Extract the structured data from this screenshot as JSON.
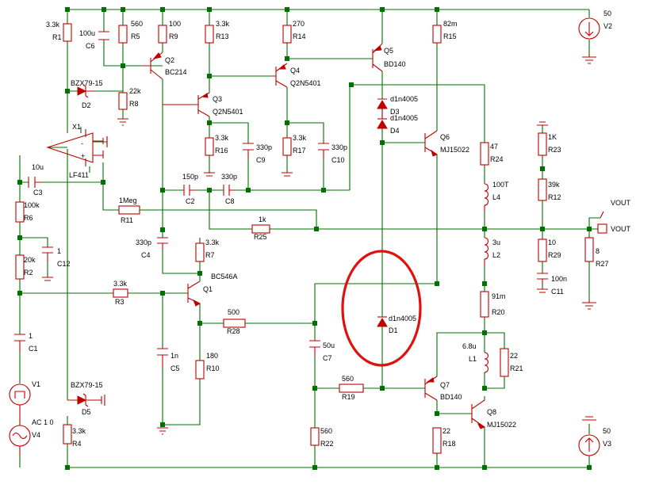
{
  "schematic": {
    "components": [
      {
        "ref": "R1",
        "value": "3.3k"
      },
      {
        "ref": "C6",
        "value": "100u"
      },
      {
        "ref": "R5",
        "value": "560"
      },
      {
        "ref": "R9",
        "value": "100"
      },
      {
        "ref": "R13",
        "value": "3.3k"
      },
      {
        "ref": "R14",
        "value": "270"
      },
      {
        "ref": "R15",
        "value": "82m"
      },
      {
        "ref": "V2",
        "value": "50"
      },
      {
        "ref": "Q2",
        "value": "BC214"
      },
      {
        "ref": "Q4",
        "value": "Q2N5401"
      },
      {
        "ref": "Q5",
        "value": "BD140"
      },
      {
        "ref": "D2",
        "value": "BZX79-15"
      },
      {
        "ref": "R8",
        "value": "22k"
      },
      {
        "ref": "Q3",
        "value": "Q2N5401"
      },
      {
        "ref": "D3",
        "value": "d1n4005"
      },
      {
        "ref": "D4",
        "value": "d1n4005"
      },
      {
        "ref": "X1",
        "value": "LF411"
      },
      {
        "ref": "R16",
        "value": "3.3k"
      },
      {
        "ref": "C9",
        "value": "330p"
      },
      {
        "ref": "R17",
        "value": "3.3k"
      },
      {
        "ref": "C10",
        "value": "330p"
      },
      {
        "ref": "Q6",
        "value": "MJ15022"
      },
      {
        "ref": "R24",
        "value": "47"
      },
      {
        "ref": "R23",
        "value": "1K"
      },
      {
        "ref": "C3",
        "value": "10u"
      },
      {
        "ref": "C2",
        "value": "150p"
      },
      {
        "ref": "C8",
        "value": "330p"
      },
      {
        "ref": "L4",
        "value": "100T"
      },
      {
        "ref": "R12",
        "value": "39k"
      },
      {
        "ref": "R11",
        "value": "1Meg"
      },
      {
        "ref": "R6",
        "value": "100k"
      },
      {
        "ref": "R25",
        "value": "1k"
      },
      {
        "ref": "C12",
        "value": "1"
      },
      {
        "ref": "C4",
        "value": "330p"
      },
      {
        "ref": "R7",
        "value": "3.3k"
      },
      {
        "ref": "L2",
        "value": "3u"
      },
      {
        "ref": "R29",
        "value": "10"
      },
      {
        "ref": "R27",
        "value": "8"
      },
      {
        "ref": "R2",
        "value": "20k"
      },
      {
        "ref": "Q1",
        "value": "BC546A"
      },
      {
        "ref": "C11",
        "value": "100n"
      },
      {
        "ref": "R3",
        "value": "3.3k"
      },
      {
        "ref": "R20",
        "value": "91m"
      },
      {
        "ref": "R28",
        "value": "500"
      },
      {
        "ref": "D1",
        "value": "d1n4005"
      },
      {
        "ref": "C1",
        "value": "1"
      },
      {
        "ref": "C5",
        "value": "1n"
      },
      {
        "ref": "R10",
        "value": "180"
      },
      {
        "ref": "C7",
        "value": "50u"
      },
      {
        "ref": "L1",
        "value": "6.8u"
      },
      {
        "ref": "R21",
        "value": "22"
      },
      {
        "ref": "V1",
        "value": ""
      },
      {
        "ref": "V4",
        "value": "AC 1 0"
      },
      {
        "ref": "R19",
        "value": "560"
      },
      {
        "ref": "Q7",
        "value": "BD140"
      },
      {
        "ref": "D5",
        "value": "BZX79-15"
      },
      {
        "ref": "Q8",
        "value": "MJ15022"
      },
      {
        "ref": "R4",
        "value": "3.3k"
      },
      {
        "ref": "R22",
        "value": "560"
      },
      {
        "ref": "R18",
        "value": "22"
      },
      {
        "ref": "V3",
        "value": "50"
      }
    ],
    "output_labels": [
      "VOUT",
      "VOUT"
    ],
    "colors": {
      "wire": "#007000",
      "component": "#c00000",
      "highlight": "#e01010",
      "text": "#000000"
    }
  }
}
